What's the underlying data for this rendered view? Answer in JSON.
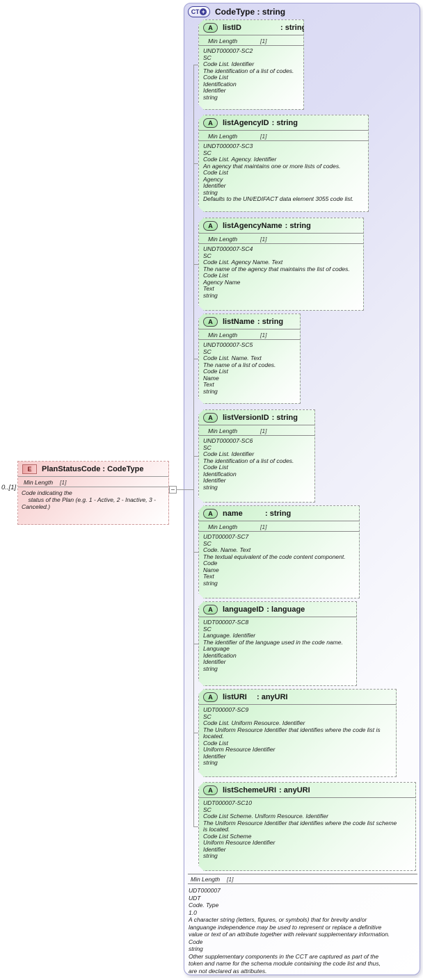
{
  "diagram": {
    "element": {
      "icon": "E",
      "title": "PlanStatusCode : CodeType",
      "multiplicity": "0..[1]",
      "facet": {
        "name": "Min Length",
        "value": "[1]"
      },
      "docs": [
        "Code indicating the",
        "    status of the Plan (e.g. 1 - Active, 2 - Inactive, 3 -",
        "Canceled.)"
      ]
    },
    "complexType": {
      "icon": "CT",
      "icon_plus": "+",
      "title": "CodeType : string",
      "facet": {
        "name": "Min Length",
        "value": "[1]"
      },
      "docs": [
        "UDT000007",
        "UDT",
        "Code. Type",
        "1.0",
        "A character string (letters, figures, or symbols) that for brevity and/or",
        "languange independence may be used to represent or replace a definitive",
        "value or text of an attribute together with relevant supplementary information.",
        "Code",
        "string",
        "Other supplementary components in the CCT are captured as part of the",
        "token and name for the schema module containing the code list and thus,",
        "are not declared as attributes."
      ],
      "attributes": [
        {
          "icon": "A",
          "name": "listID",
          "type": ": string",
          "facet": {
            "name": "Min Length",
            "value": "[1]"
          },
          "docs": [
            "UNDT000007-SC2",
            "SC",
            "Code List. Identifier",
            "The identification of a list of codes.",
            "Code List",
            "Identification",
            "Identifier",
            "string"
          ]
        },
        {
          "icon": "A",
          "name": "listAgencyID",
          "type": ": string",
          "facet": {
            "name": "Min Length",
            "value": "[1]"
          },
          "docs": [
            "UNDT000007-SC3",
            "SC",
            "Code List. Agency. Identifier",
            "An agency that maintains one or more lists of codes.",
            "Code List",
            "Agency",
            "Identifier",
            "string",
            "Defaults to the UN/EDIFACT data element 3055 code list."
          ]
        },
        {
          "icon": "A",
          "name": "listAgencyName",
          "type": ": string",
          "facet": {
            "name": "Min Length",
            "value": "[1]"
          },
          "docs": [
            "UNDT000007-SC4",
            "SC",
            "Code List. Agency Name. Text",
            "The name of the agency that maintains the list of codes.",
            "Code List",
            "Agency Name",
            "Text",
            "string"
          ]
        },
        {
          "icon": "A",
          "name": "listName",
          "type": ": string",
          "facet": {
            "name": "Min Length",
            "value": "[1]"
          },
          "docs": [
            "UNDT000007-SC5",
            "SC",
            "Code List. Name. Text",
            "The name of a list of codes.",
            "Code List",
            "Name",
            "Text",
            "string"
          ]
        },
        {
          "icon": "A",
          "name": "listVersionID",
          "type": ": string",
          "facet": {
            "name": "Min Length",
            "value": "[1]"
          },
          "docs": [
            "UNDT000007-SC6",
            "SC",
            "Code List. Identifier",
            "The identification of a list of codes.",
            "Code List",
            "Identification",
            "Identifier",
            "string"
          ]
        },
        {
          "icon": "A",
          "name": "name",
          "type": ": string",
          "facet": {
            "name": "Min Length",
            "value": "[1]"
          },
          "docs": [
            "UDT000007-SC7",
            "SC",
            "Code. Name. Text",
            "The textual equivalent of the code content component.",
            "Code",
            "Name",
            "Text",
            "string"
          ]
        },
        {
          "icon": "A",
          "name": "languageID",
          "type": ": language",
          "docs": [
            "UDT000007-SC8",
            "SC",
            "Language. Identifier",
            "The identifier of the language used in the code name.",
            "Language",
            "Identification",
            "Identifier",
            "string"
          ]
        },
        {
          "icon": "A",
          "name": "listURI",
          "type": ": anyURI",
          "docs": [
            "UDT000007-SC9",
            "SC",
            "Code List. Uniform Resource. Identifier",
            "The Uniform Resource Identifier that identifies where the code list is",
            "located.",
            "Code List",
            "Uniform Resource Identifier",
            "Identifier",
            "string"
          ]
        },
        {
          "icon": "A",
          "name": "listSchemeURI",
          "type": ": anyURI",
          "docs": [
            "UDT000007-SC10",
            "SC",
            "Code List Scheme. Uniform Resource. Identifier",
            "The Uniform Resource Identifier that identifies where the code list scheme",
            "is located.",
            "Code List Scheme",
            "Uniform Resource Identifier",
            "Identifier",
            "string"
          ]
        }
      ]
    }
  }
}
